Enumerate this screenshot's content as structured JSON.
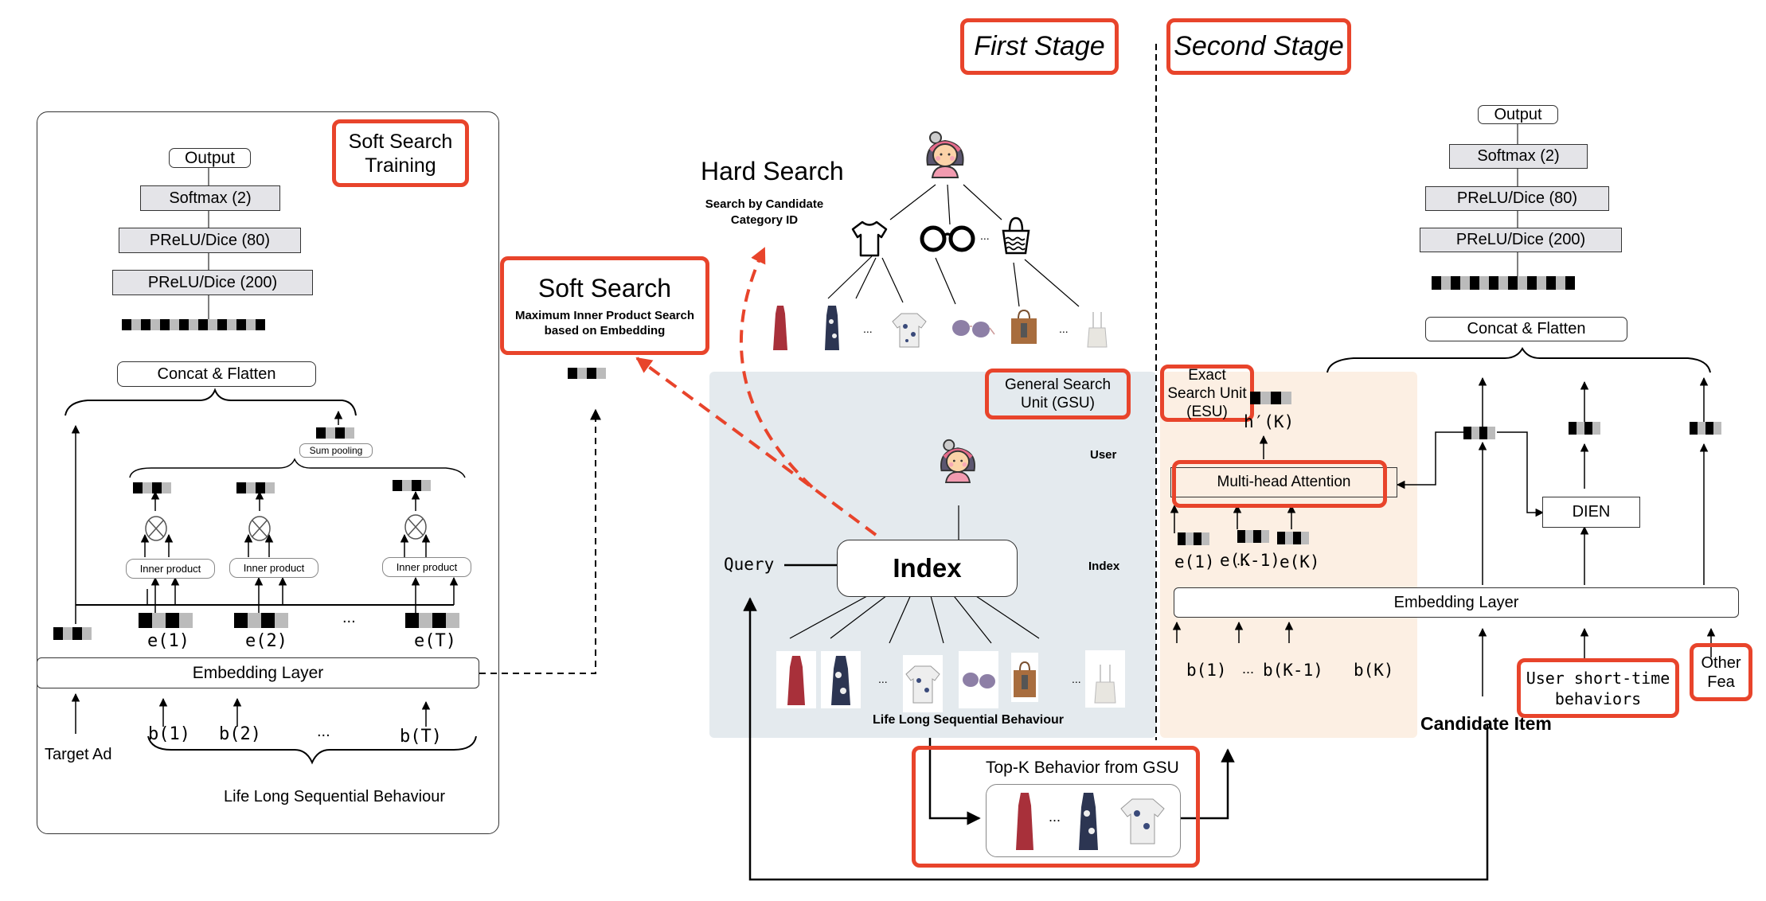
{
  "stages": {
    "first": "First Stage",
    "second": "Second Stage"
  },
  "soft_search_training": {
    "title": "Soft Search Training",
    "output": "Output",
    "softmax": "Softmax (2)",
    "prelu80": "PReLU/Dice (80)",
    "prelu200": "PReLU/Dice (200)",
    "concat": "Concat & Flatten",
    "sum_pooling": "Sum pooling",
    "inner_product": "Inner product",
    "embeddings": [
      "e(1)",
      "e(2)",
      "...",
      "e(T)"
    ],
    "embedding_layer": "Embedding Layer",
    "target_ad": "Target Ad",
    "behaviors": [
      "b(1)",
      "b(2)",
      "...",
      "b(T)"
    ],
    "behaviour_label": "Life Long Sequential Behaviour"
  },
  "soft_search": {
    "title": "Soft Search",
    "subtitle": "Maximum Inner Product Search based on Embedding"
  },
  "hard_search": {
    "title": "Hard Search",
    "subtitle": "Search by Candidate Category ID",
    "ellipsis": "..."
  },
  "gsu": {
    "title": "General Search Unit (GSU)",
    "user_label": "User",
    "index_label": "Index",
    "index_box": "Index",
    "query": "Query",
    "behaviour_label": "Life Long Sequential Behaviour",
    "ellipsis": "..."
  },
  "esu": {
    "title": "Exact Search Unit (ESU)",
    "h_label": "h′(K)",
    "attention": "Multi-head Attention",
    "embeddings": [
      "e(1)",
      "...",
      "e(K-1)",
      "e(K)"
    ],
    "behaviors": [
      "b(1)",
      "...",
      "b(K-1)",
      "b(K)"
    ]
  },
  "second_stage": {
    "output": "Output",
    "softmax": "Softmax (2)",
    "prelu80": "PReLU/Dice (80)",
    "prelu200": "PReLU/Dice (200)",
    "concat": "Concat & Flatten",
    "dien": "DIEN",
    "embedding_layer": "Embedding Layer",
    "candidate_item": "Candidate Item",
    "user_short_time": "User short-time behaviors",
    "other_fea": "Other Fea"
  },
  "topk": {
    "title": "Top-K Behavior from GSU",
    "ellipsis": "..."
  },
  "colors": {
    "accent_red": "#e8442b",
    "gsu_bg": "#e4eaee",
    "esu_bg": "#fcefe3",
    "layer_gray": "#e4e4e8"
  }
}
